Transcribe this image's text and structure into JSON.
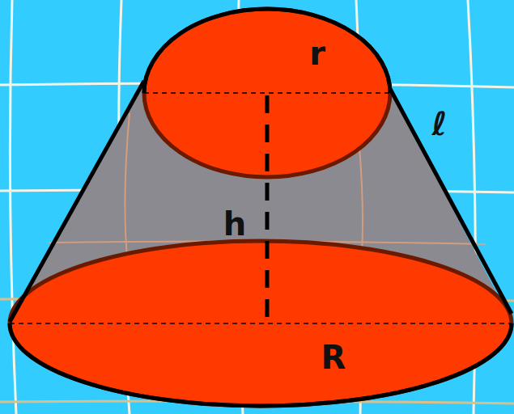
{
  "diagram": {
    "labels": [
      "r",
      "ℓ",
      "h",
      "R"
    ]
  }
}
